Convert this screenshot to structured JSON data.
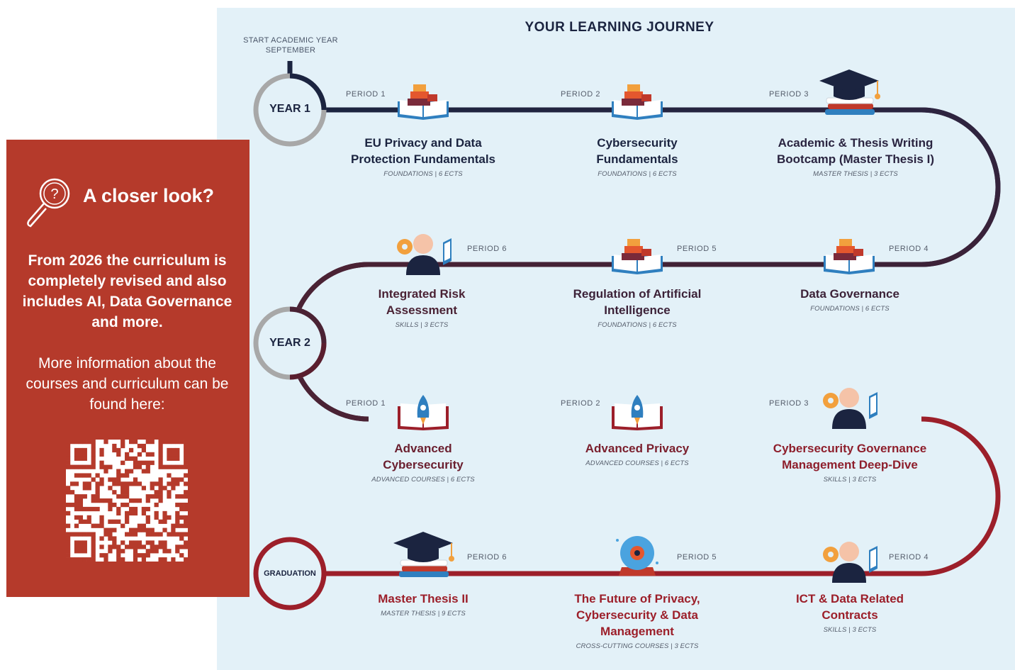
{
  "journey": {
    "title": "YOUR LEARNING JOURNEY",
    "start_label": "START ACADEMIC YEAR SEPTEMBER",
    "year1": "YEAR 1",
    "year2": "YEAR 2",
    "graduation": "GRADUATION",
    "colors": {
      "track_dark": "#1b2440",
      "track_red": "#9c1f2a",
      "panel": "#e3f1f8"
    },
    "courses": [
      {
        "period": "PERIOD 1",
        "name": "EU Privacy and Data Protection Fundamentals",
        "sub": "FOUNDATIONS | 6 ECTS",
        "icon": "books-icon"
      },
      {
        "period": "PERIOD 2",
        "name": "Cybersecurity Fundamentals",
        "sub": "FOUNDATIONS | 6 ECTS",
        "icon": "books-icon"
      },
      {
        "period": "PERIOD 3",
        "name": "Academic & Thesis Writing Bootcamp (Master Thesis I)",
        "sub": "MASTER THESIS | 3 ECTS",
        "icon": "graduation-cap-icon"
      },
      {
        "period": "PERIOD 4",
        "name": "Data Governance",
        "sub": "FOUNDATIONS | 6 ECTS",
        "icon": "books-icon"
      },
      {
        "period": "PERIOD 5",
        "name": "Regulation of Artificial Intelligence",
        "sub": "FOUNDATIONS | 6 ECTS",
        "icon": "books-icon"
      },
      {
        "period": "PERIOD 6",
        "name": "Integrated Risk Assessment",
        "sub": "SKILLS | 3 ECTS",
        "icon": "person-gear-icon"
      },
      {
        "period": "PERIOD 1",
        "name": "Advanced Cybersecurity",
        "sub": "ADVANCED COURSES | 6 ECTS",
        "icon": "rocket-book-icon"
      },
      {
        "period": "PERIOD 2",
        "name": "Advanced Privacy",
        "sub": "ADVANCED COURSES | 6 ECTS",
        "icon": "rocket-book-icon"
      },
      {
        "period": "PERIOD 3",
        "name": "Cybersecurity Governance Management Deep-Dive",
        "sub": "SKILLS | 3 ECTS",
        "icon": "person-gear-icon"
      },
      {
        "period": "PERIOD 4",
        "name": "ICT & Data Related Contracts",
        "sub": "SKILLS | 3 ECTS",
        "icon": "person-gear-icon"
      },
      {
        "period": "PERIOD 5",
        "name": "The Future of Privacy, Cybersecurity & Data Management",
        "sub": "CROSS-CUTTING COURSES | 3 ECTS",
        "icon": "crystal-ball-icon"
      },
      {
        "period": "PERIOD 6",
        "name": "Master Thesis II",
        "sub": "MASTER THESIS | 9 ECTS",
        "icon": "graduation-cap-icon"
      }
    ]
  },
  "card": {
    "heading": "A closer look?",
    "bold_text": "From 2026 the curriculum is completely revised and also includes AI, Data Governance and more.",
    "more_text": "More information about the courses and curriculum can be found here:",
    "icon": "magnifier-question-icon",
    "qr_icon": "qr-code-icon"
  }
}
